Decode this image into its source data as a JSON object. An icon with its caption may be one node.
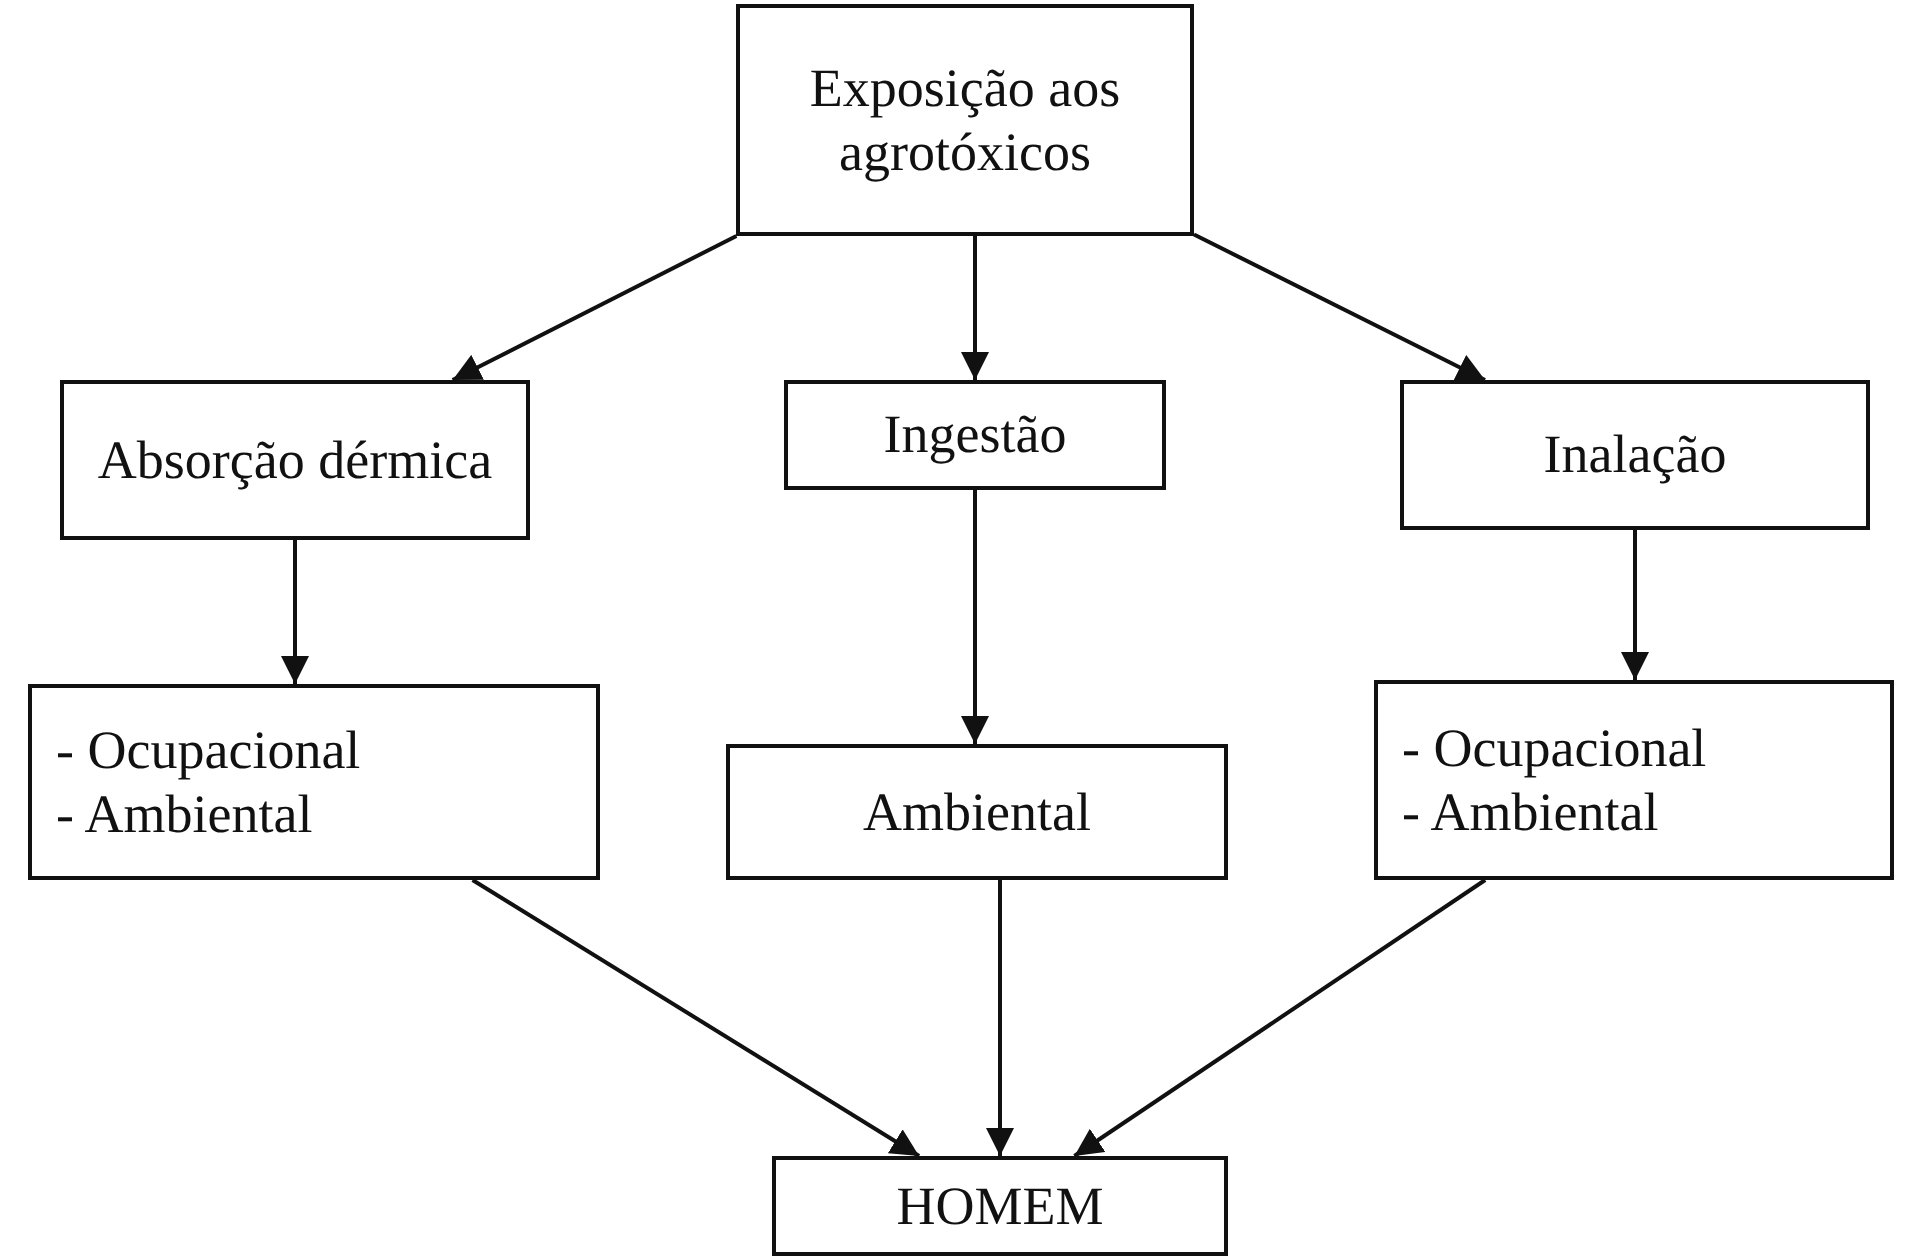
{
  "diagram": {
    "nodes": [
      {
        "text": [
          "Exposição aos agrotóxicos"
        ]
      },
      {
        "text": [
          "Absorção dérmica"
        ]
      },
      {
        "text": [
          "Ingestão"
        ]
      },
      {
        "text": [
          "Inalação"
        ]
      },
      {
        "text": [
          "- Ocupacional",
          "- Ambiental"
        ]
      },
      {
        "text": [
          "Ambiental"
        ]
      },
      {
        "text": [
          "- Ocupacional",
          "- Ambiental"
        ]
      },
      {
        "text": [
          "HOMEM"
        ]
      }
    ],
    "edges": [
      {
        "from": 0,
        "to": 1,
        "arrow": "to"
      },
      {
        "from": 0,
        "to": 2,
        "arrow": "to"
      },
      {
        "from": 0,
        "to": 3,
        "arrow": "to"
      },
      {
        "from": 1,
        "to": 4,
        "arrow": "to"
      },
      {
        "from": 2,
        "to": 5,
        "arrow": "to"
      },
      {
        "from": 3,
        "to": 6,
        "arrow": "to"
      },
      {
        "from": 4,
        "to": 7,
        "arrow": "to"
      },
      {
        "from": 5,
        "to": 7,
        "arrow": "to"
      },
      {
        "from": 6,
        "to": 7,
        "arrow": "to"
      }
    ]
  }
}
